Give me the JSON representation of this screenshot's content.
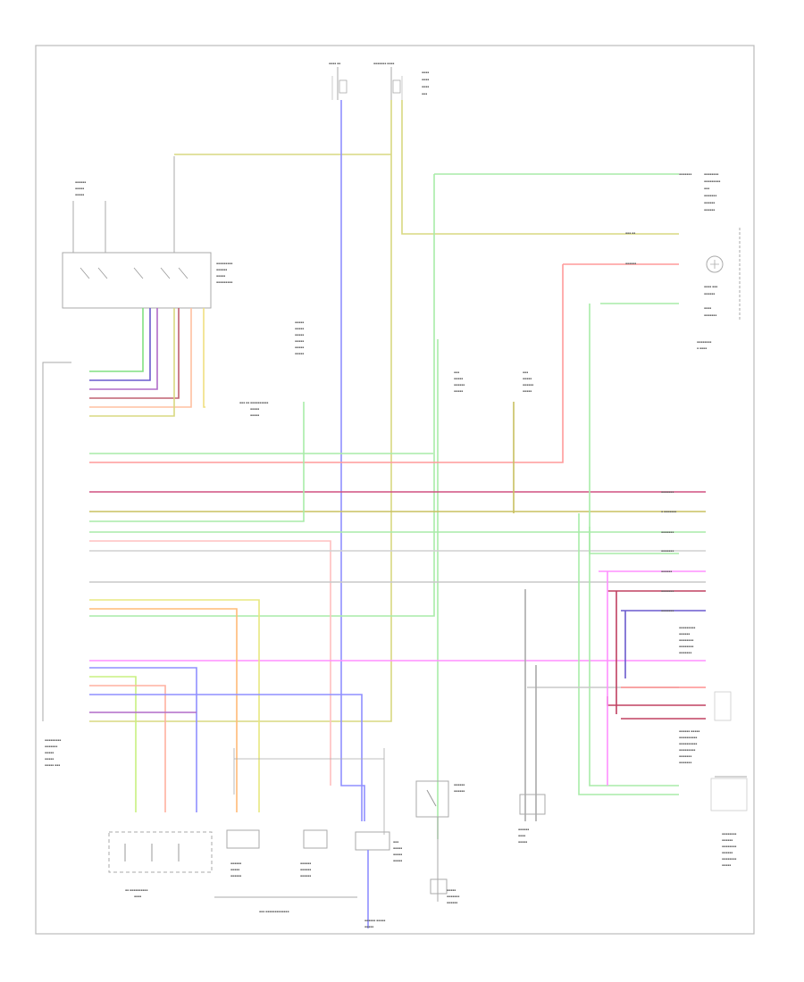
{
  "footer_code": "",
  "wire_colors": {
    "yellow": "#e9e97a",
    "yellow_green": "#cfe08a",
    "green": "#9fe89f",
    "blue": "#8f8fff",
    "red": "#ff8f8f",
    "pink": "#ffb0b0",
    "magenta": "#ff8fff",
    "violet": "#6a5acd",
    "purple": "#b06cc8",
    "brown_red": "#c06070",
    "orange": "#ffc080",
    "light_green": "#c8f080",
    "gray": "#b8b8b8",
    "lime": "#80e080",
    "dark_red": "#c04060"
  },
  "components": [
    {
      "id": "fuse-block",
      "label": ""
    },
    {
      "id": "transmission-range-switch",
      "label": ""
    },
    {
      "id": "transmission-control-module",
      "label": ""
    },
    {
      "id": "shift-solenoids",
      "label": ""
    },
    {
      "id": "lock-up-solenoid",
      "label": ""
    },
    {
      "id": "vehicle-speed-sensor",
      "label": ""
    },
    {
      "id": "data-link-connector",
      "label": ""
    },
    {
      "id": "engine-control-module",
      "label": ""
    },
    {
      "id": "brake-switch",
      "label": ""
    }
  ]
}
